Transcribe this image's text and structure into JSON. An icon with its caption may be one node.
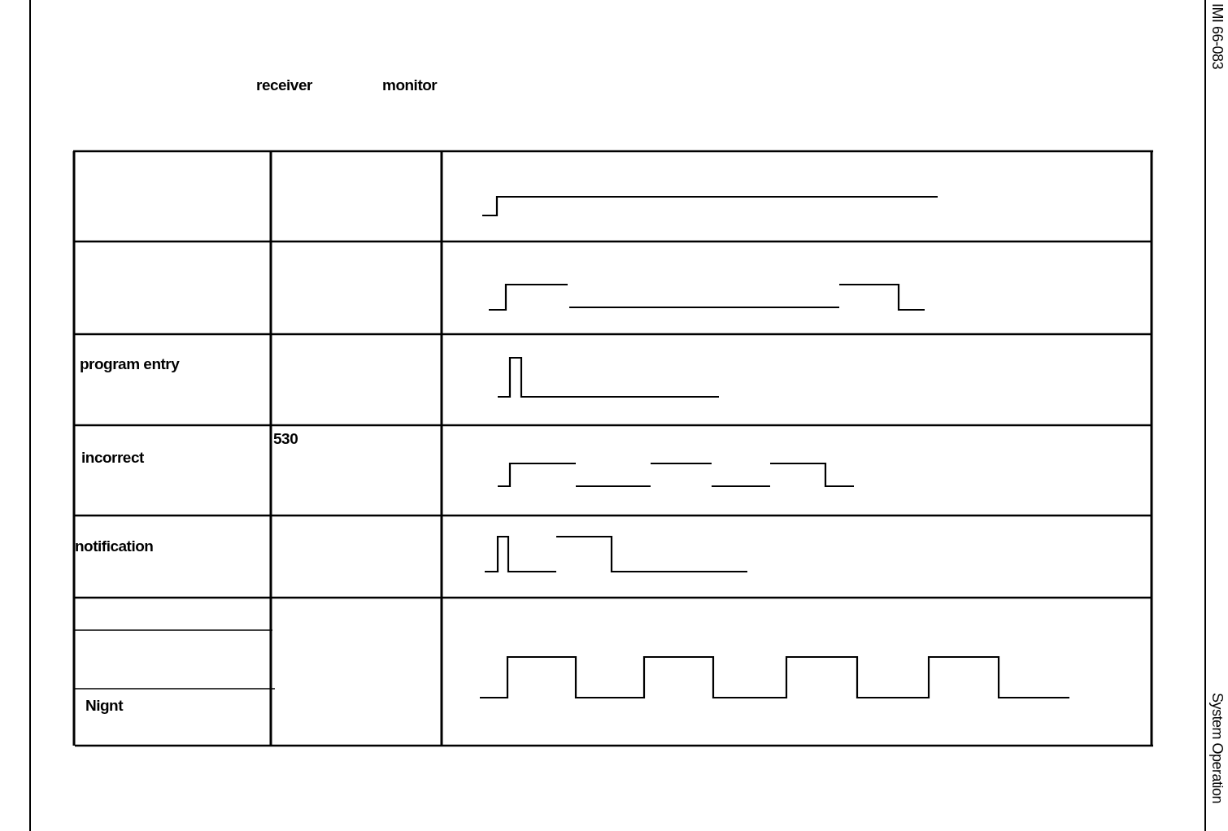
{
  "diagram": {
    "labels": [
      "IMI 66-083",
      "receiver",
      "monitor",
      "program entry",
      "incorrect",
      "530",
      "notification",
      "Nignt",
      "System Operation"
    ]
  }
}
